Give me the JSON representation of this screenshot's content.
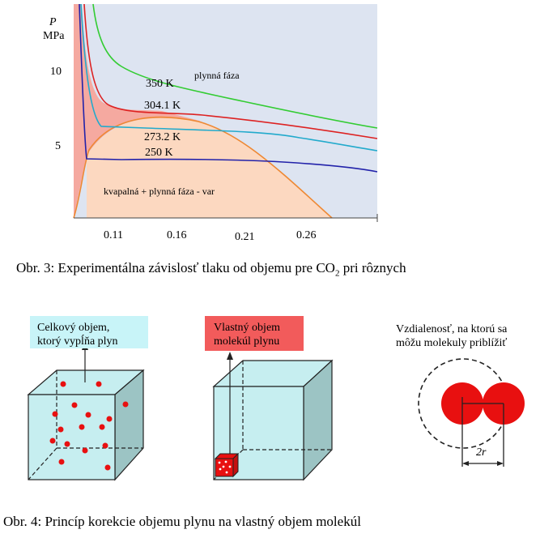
{
  "chart_data": {
    "type": "line",
    "ylabel_symbol": "P",
    "ylabel_unit": "MPa",
    "y_ticks": [
      "10",
      "5"
    ],
    "x_ticks": [
      "0.11",
      "0.16",
      "0.21",
      "0.26"
    ],
    "series": [
      {
        "name": "350 K",
        "color": "#33cc33"
      },
      {
        "name": "304.1 K",
        "color": "#dd2222"
      },
      {
        "name": "273.2 K",
        "color": "#22aacc"
      },
      {
        "name": "250 K",
        "color": "#2222aa"
      }
    ],
    "annotations": {
      "gas_phase": "plynná fáza",
      "two_phase": "kvapalná + plynná fáza - var"
    },
    "colors": {
      "background": "#dde4f1",
      "liquid_region": "#f5a9a0",
      "two_phase_region": "#fcd8c0",
      "coexistence_curve": "#ee8833"
    }
  },
  "figure3": {
    "caption_main": "Obr. 3:  Experimentálna závislosť tlaku od objemu pre CO",
    "caption_sub": "2",
    "caption_tail": " pri rôznych"
  },
  "figure4": {
    "box1_line1": "Celkový objem,",
    "box1_line2": "ktorý vypĺňa plyn",
    "box2_line1": "Vlastný objem",
    "box2_line2": "molekúl plynu",
    "box3_line1": "Vzdialenosť, na ktorú sa",
    "box3_line2": "môžu molekuly priblížiť",
    "radius_label": "2r",
    "caption": "Obr. 4: Princíp korekcie objemu plynu na vlastný objem molekúl",
    "colors": {
      "cube_face": "#c6eef0",
      "cube_side": "#9cc4c4",
      "box1_fill": "#c8f4f8",
      "box2_fill": "#f25b5b",
      "molecule": "#e81010"
    }
  }
}
